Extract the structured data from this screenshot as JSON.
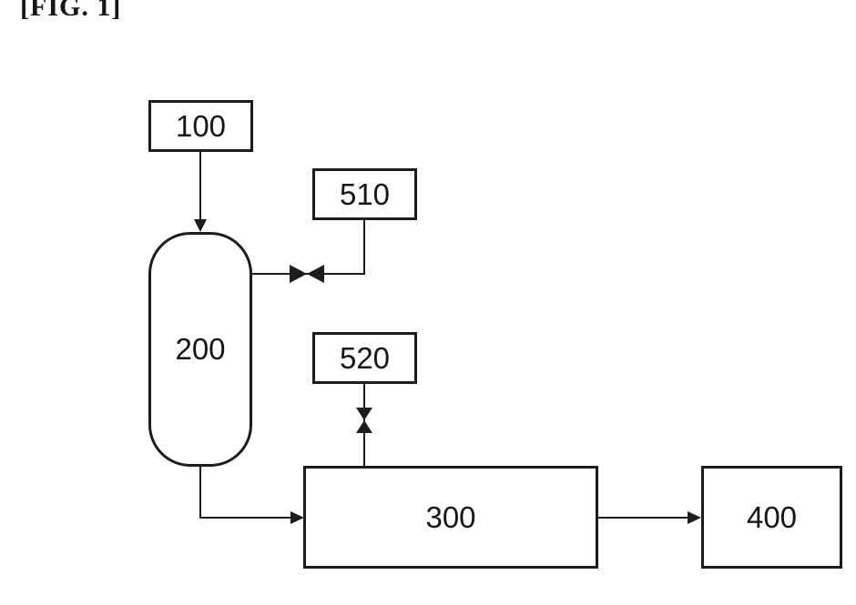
{
  "figure": {
    "caption": "[FIG. 1]"
  },
  "palette": {
    "ink": "#1c1c1c",
    "paper": "#ffffff"
  },
  "nodes": {
    "n100": {
      "label": "100"
    },
    "n200": {
      "label": "200"
    },
    "n300": {
      "label": "300"
    },
    "n400": {
      "label": "400"
    },
    "n510": {
      "label": "510"
    },
    "n520": {
      "label": "520"
    }
  },
  "connections": [
    {
      "from": "100",
      "to": "200",
      "type": "arrow-down"
    },
    {
      "from": "510",
      "to": "200",
      "type": "pipe-with-valve"
    },
    {
      "from": "520",
      "to": "300",
      "type": "pipe-with-valve"
    },
    {
      "from": "200",
      "to": "300",
      "type": "arrow-right-elbow"
    },
    {
      "from": "300",
      "to": "400",
      "type": "arrow-right"
    }
  ]
}
